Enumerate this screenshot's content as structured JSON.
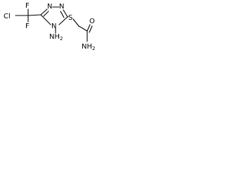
{
  "molecule": {
    "atoms": {
      "n_top_left": "N",
      "n_top_right": "N",
      "n_amino_ring": "N",
      "amino_group": "NH",
      "amino_sub": "2",
      "sulfur": "S",
      "oxygen": "O",
      "amide": "NH",
      "amide_sub": "2",
      "fluorine_top": "F",
      "fluorine_bottom": "F",
      "chlorine": "Cl"
    }
  }
}
